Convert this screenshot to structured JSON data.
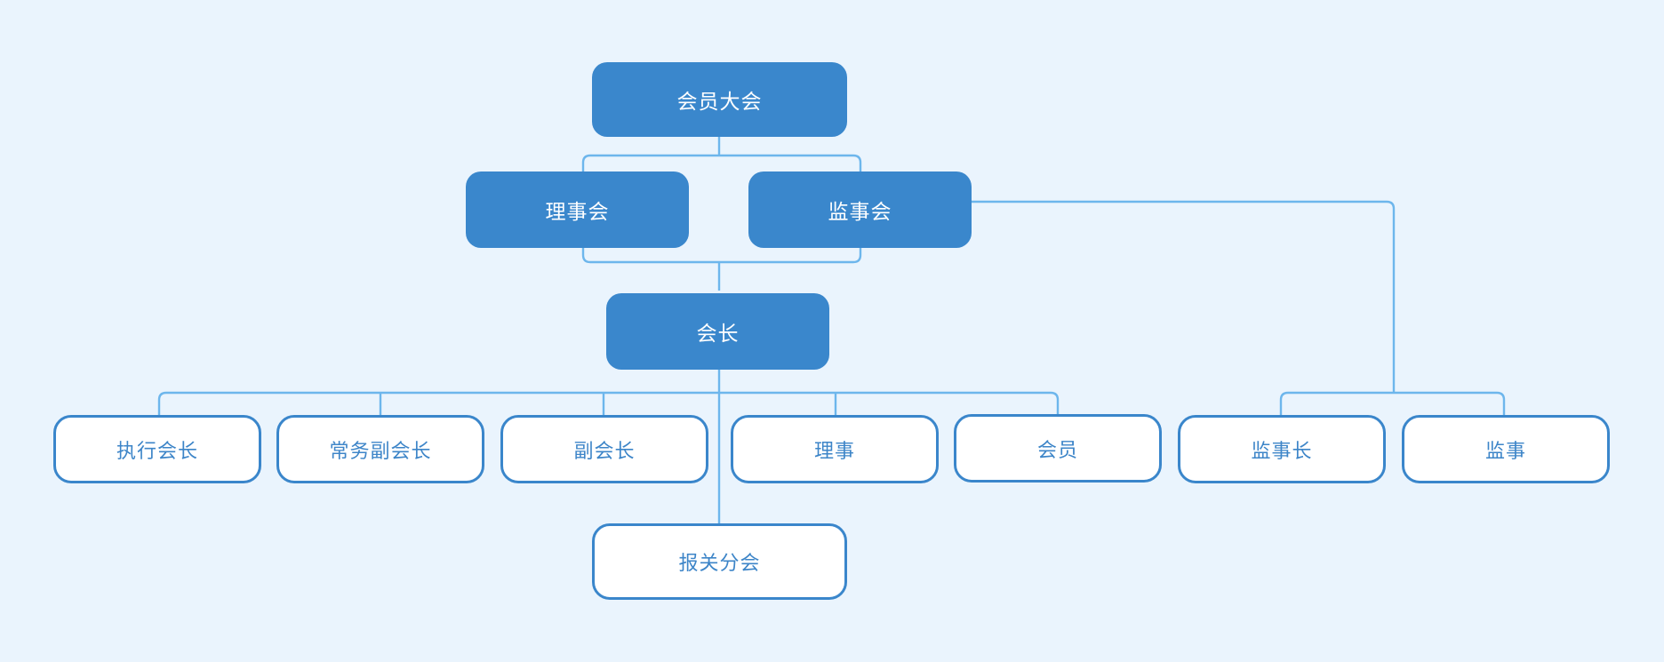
{
  "colors": {
    "background": "#eaf4fd",
    "filled_node": "#3a87cc",
    "filled_text": "#ffffff",
    "outline_border": "#3a86cb",
    "outline_text": "#3d85c8",
    "connector": "#6db6ec"
  },
  "nodes": {
    "general_assembly": "会员大会",
    "council": "理事会",
    "supervisory_board": "监事会",
    "president": "会长",
    "executive_president": "执行会长",
    "standing_vice_president": "常务副会长",
    "vice_president": "副会长",
    "director": "理事",
    "member": "会员",
    "chief_supervisor": "监事长",
    "supervisor": "监事",
    "customs_branch": "报关分会"
  }
}
